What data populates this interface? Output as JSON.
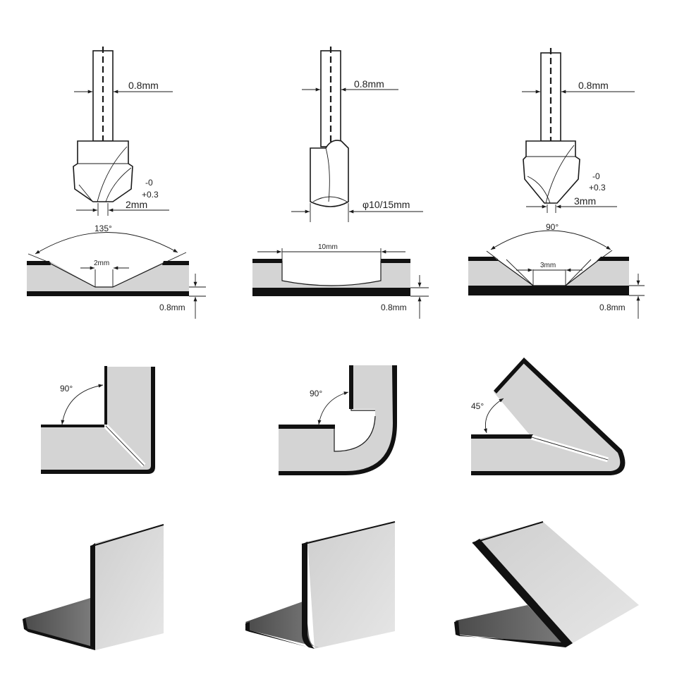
{
  "tools": [
    {
      "shank_dim": "0.8mm",
      "tol_minus": "-0",
      "tol_plus": "+0.3",
      "tip_dim": "2mm"
    },
    {
      "shank_dim": "0.8mm",
      "cutter_dim": "φ10/15mm"
    },
    {
      "shank_dim": "0.8mm",
      "tol_minus": "-0",
      "tol_plus": "+0.3",
      "tip_dim": "3mm"
    }
  ],
  "grooves": [
    {
      "angle": "135°",
      "width": "2mm",
      "remain": "0.8mm"
    },
    {
      "width": "10mm",
      "remain": "0.8mm"
    },
    {
      "angle": "90°",
      "width": "3mm",
      "remain": "0.8mm"
    }
  ],
  "folds": [
    {
      "angle": "90°"
    },
    {
      "angle": "90°"
    },
    {
      "angle": "45°"
    }
  ]
}
